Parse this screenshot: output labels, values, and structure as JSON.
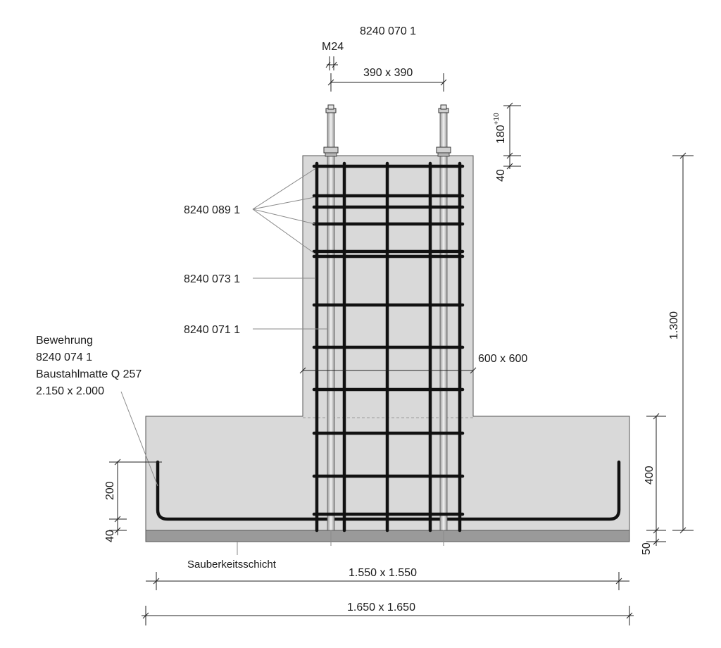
{
  "labels": {
    "anchor_plate_part": "8240 070 1",
    "bolt_size": "M24",
    "bolt_spacing": "390 x 390",
    "bolt_projection": "180",
    "bolt_projection_tolerance": "+10",
    "plate_gap": "40",
    "stirrups_part": "8240 089 1",
    "longitudinal_bars_part": "8240 073 1",
    "anchor_bolt_part": "8240 071 1",
    "reinforcement_title": "Bewehrung",
    "reinforcement_part": "8240 074 1",
    "mesh_type": "Baustahlmatte Q 257",
    "mesh_size": "2.150 x 2.000",
    "column_section": "600 x 600",
    "column_height": "1.300",
    "footing_height": "400",
    "mesh_hook_height": "200",
    "mesh_cover": "40",
    "blinding_thickness": "50",
    "blinding_label": "Sauberkeitsschicht",
    "footing_size": "1.550 x 1.550",
    "blinding_size": "1.650 x 1.650"
  },
  "colors": {
    "concrete": "#d9d9d9",
    "blinding": "#9a9a9a",
    "rebar": "#111111",
    "bolt": "#e8e8e8"
  }
}
